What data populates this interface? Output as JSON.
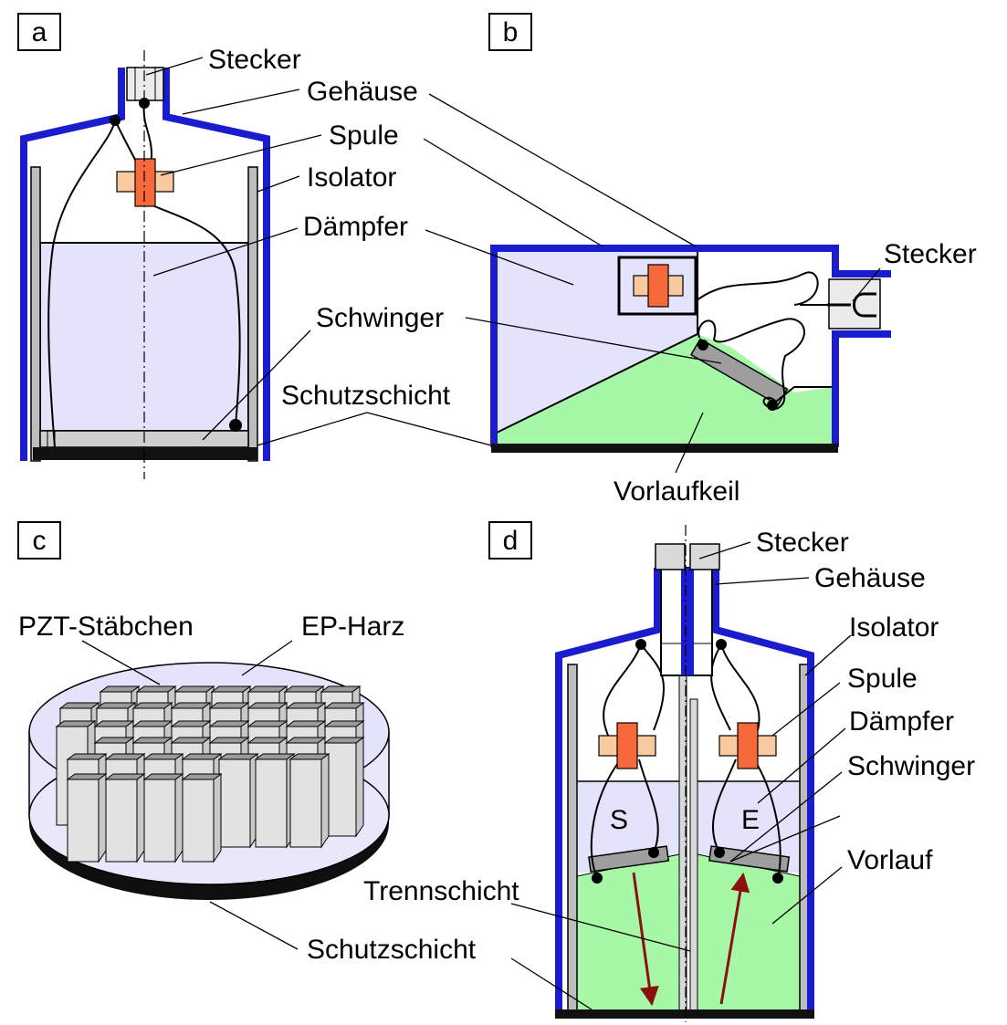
{
  "panels": {
    "a": {
      "letter": "a",
      "labels": {
        "stecker": "Stecker",
        "gehaeuse": "Gehäuse",
        "spule": "Spule",
        "isolator": "Isolator",
        "daempfer": "Dämpfer",
        "schwinger": "Schwinger",
        "schutzschicht": "Schutzschicht"
      }
    },
    "b": {
      "letter": "b",
      "labels": {
        "stecker": "Stecker",
        "vorlaufkeil": "Vorlaufkeil"
      }
    },
    "c": {
      "letter": "c",
      "labels": {
        "pzt": "PZT-Stäbchen",
        "ep_harz": "EP-Harz",
        "schutzschicht": "Schutzschicht"
      }
    },
    "d": {
      "letter": "d",
      "labels": {
        "stecker": "Stecker",
        "gehaeuse": "Gehäuse",
        "isolator": "Isolator",
        "spule": "Spule",
        "daempfer": "Dämpfer",
        "schwinger": "Schwinger",
        "vorlauf": "Vorlauf",
        "trennschicht": "Trennschicht",
        "schutzschicht": "Schutzschicht",
        "sender": "S",
        "empfaenger": "E"
      }
    }
  },
  "colors": {
    "housing": "#1c1ccf",
    "damper": "#e3e3fb",
    "wedge": "#a6f7a6",
    "coil_core": "#f7683a",
    "coil_wing": "#f9c9a0",
    "isolator": "#bdbdbd",
    "rods": "#e2e2e2",
    "sound_path": "#8b1010"
  }
}
